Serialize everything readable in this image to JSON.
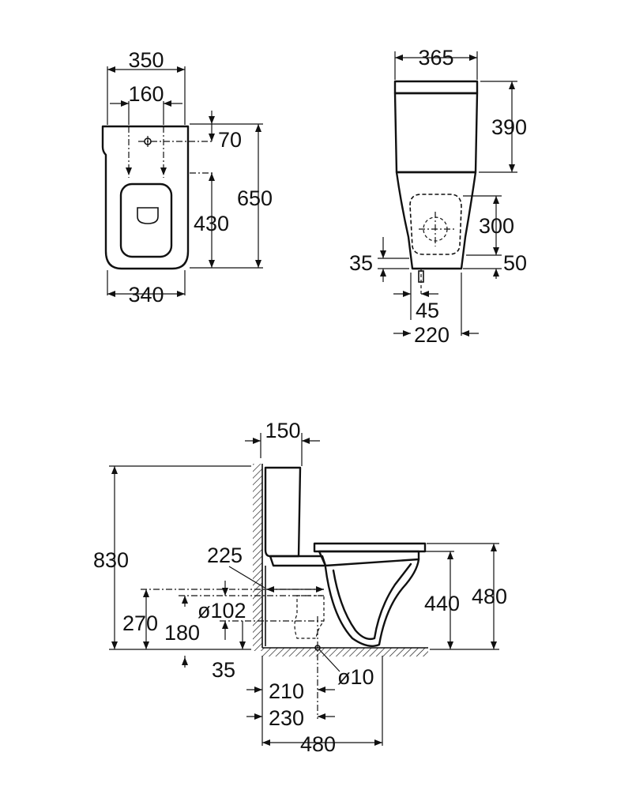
{
  "top_view": {
    "width_top": "350",
    "holes_spacing": "160",
    "hole_offset": "70",
    "overall_depth": "650",
    "hole_to_back": "430",
    "width_bottom": "340"
  },
  "front_view": {
    "width": "365",
    "tank_height": "390",
    "outlet_height": "300",
    "foot_gap_left": "35",
    "foot_gap_right": "50",
    "supply_offset": "45",
    "foot_width": "220"
  },
  "side_view": {
    "wall_to_tank": "150",
    "total_height": "830",
    "inlet_distance": "225",
    "outlet_diameter": "ø102",
    "outlet_height_1": "270",
    "outlet_height_2": "180",
    "floor_gap": "35",
    "bolt_diameter": "ø10",
    "seat_height": "440",
    "overall_height": "480",
    "dim_210": "210",
    "dim_230": "230",
    "depth": "480"
  }
}
